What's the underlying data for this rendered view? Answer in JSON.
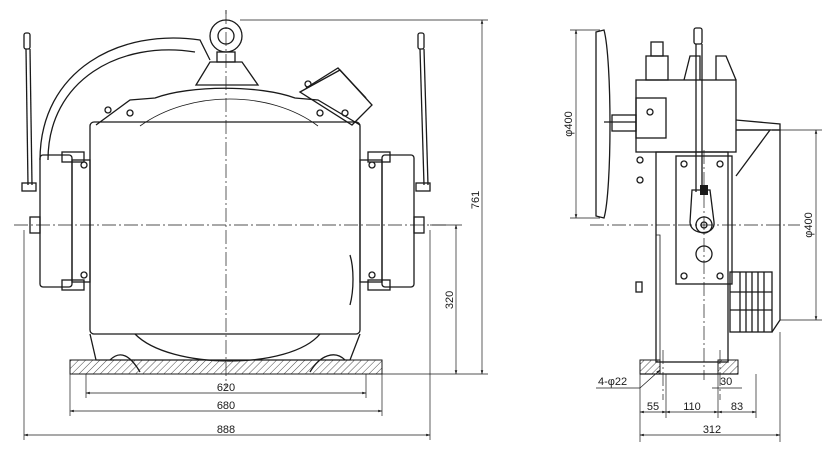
{
  "front_view": {
    "dimensions": {
      "bottom_620": "620",
      "bottom_680": "680",
      "bottom_888": "888",
      "height_320": "320",
      "height_761": "761"
    }
  },
  "side_view": {
    "dimensions": {
      "wheel_diameter": "φ400",
      "sheave_diameter": "φ400",
      "holes": "4-φ22",
      "d55": "55",
      "d110": "110",
      "d30": "30",
      "d83": "83",
      "d312": "312"
    }
  }
}
